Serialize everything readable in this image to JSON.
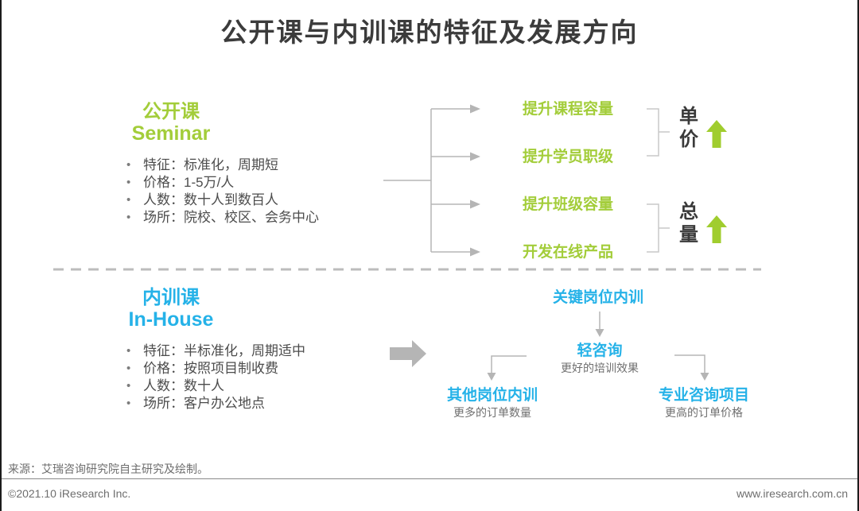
{
  "title": "公开课与内训课的特征及发展方向",
  "colors": {
    "green": "#a3cd3a",
    "cyan": "#25b2e8",
    "heading": "#3b3b3b",
    "body_text": "#4c4c4c",
    "connector_gray": "#b5b5b5",
    "footer_text": "#6e6e6e"
  },
  "seminar": {
    "name_cn": "公开课",
    "name_en": "Seminar",
    "bullets": [
      "特征：标准化，周期短",
      "价格：1-5万/人",
      "人数：数十人到数百人",
      "场所：院校、校区、会务中心"
    ],
    "strategies": [
      "提升课程容量",
      "提升学员职级",
      "提升班级容量",
      "开发在线产品"
    ],
    "results": [
      {
        "label": "单\n价"
      },
      {
        "label": "总\n量"
      }
    ]
  },
  "inhouse": {
    "name_cn": "内训课",
    "name_en": "In-House",
    "bullets": [
      "特征：半标准化，周期适中",
      "价格：按照项目制收费",
      "人数：数十人",
      "场所：客户办公地点"
    ],
    "flow": {
      "root": "关键岗位内训",
      "middle": {
        "label": "轻咨询",
        "note": "更好的培训效果"
      },
      "left": {
        "label": "其他岗位内训",
        "note": "更多的订单数量"
      },
      "right": {
        "label": "专业咨询项目",
        "note": "更高的订单价格"
      }
    }
  },
  "footer": {
    "source": "来源：艾瑞咨询研究院自主研究及绘制。",
    "copyright": "©2021.10 iResearch Inc.",
    "website": "www.iresearch.com.cn"
  }
}
